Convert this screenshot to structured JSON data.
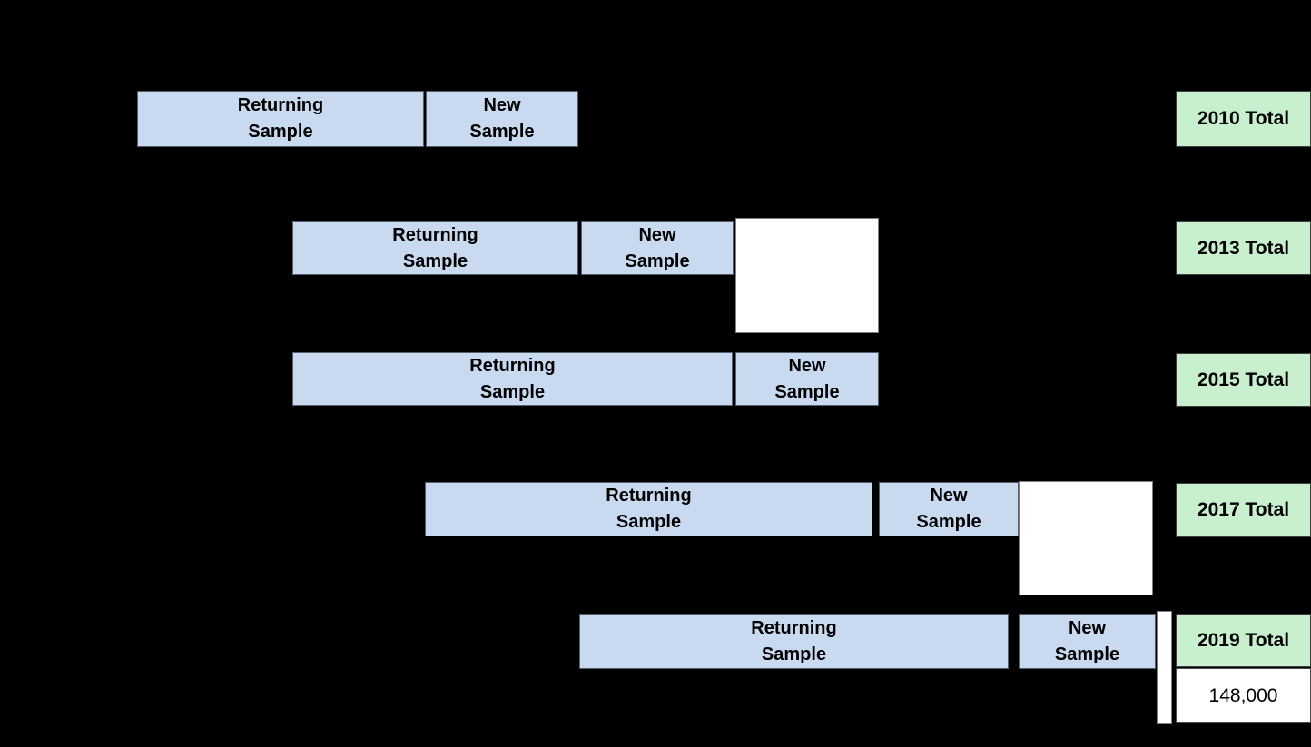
{
  "diagram": {
    "description": "Survey sample rotation diagram across waves",
    "background_color": "#000000",
    "colors": {
      "sample_box_fill": "#c9daf0",
      "total_box_fill": "#c8efce",
      "blank_box_fill": "#ffffff",
      "text_color": "#000000"
    },
    "rows": [
      {
        "year": "2010",
        "returning_label": "Returning\nSample",
        "new_label": "New\nSample",
        "total_label": "2010 Total"
      },
      {
        "year": "2013",
        "returning_label": "Returning\nSample",
        "new_label": "New\nSample",
        "total_label": "2013 Total",
        "has_blank_box": true
      },
      {
        "year": "2015",
        "returning_label": "Returning\nSample",
        "new_label": "New\nSample",
        "total_label": "2015 Total"
      },
      {
        "year": "2017",
        "returning_label": "Returning\nSample",
        "new_label": "New\nSample",
        "total_label": "2017 Total",
        "has_blank_box": true
      },
      {
        "year": "2019",
        "returning_label": "Returning\nSample",
        "new_label": "New\nSample",
        "total_label": "2019 Total",
        "total_value": "148,000",
        "has_blank_strip": true
      }
    ]
  }
}
